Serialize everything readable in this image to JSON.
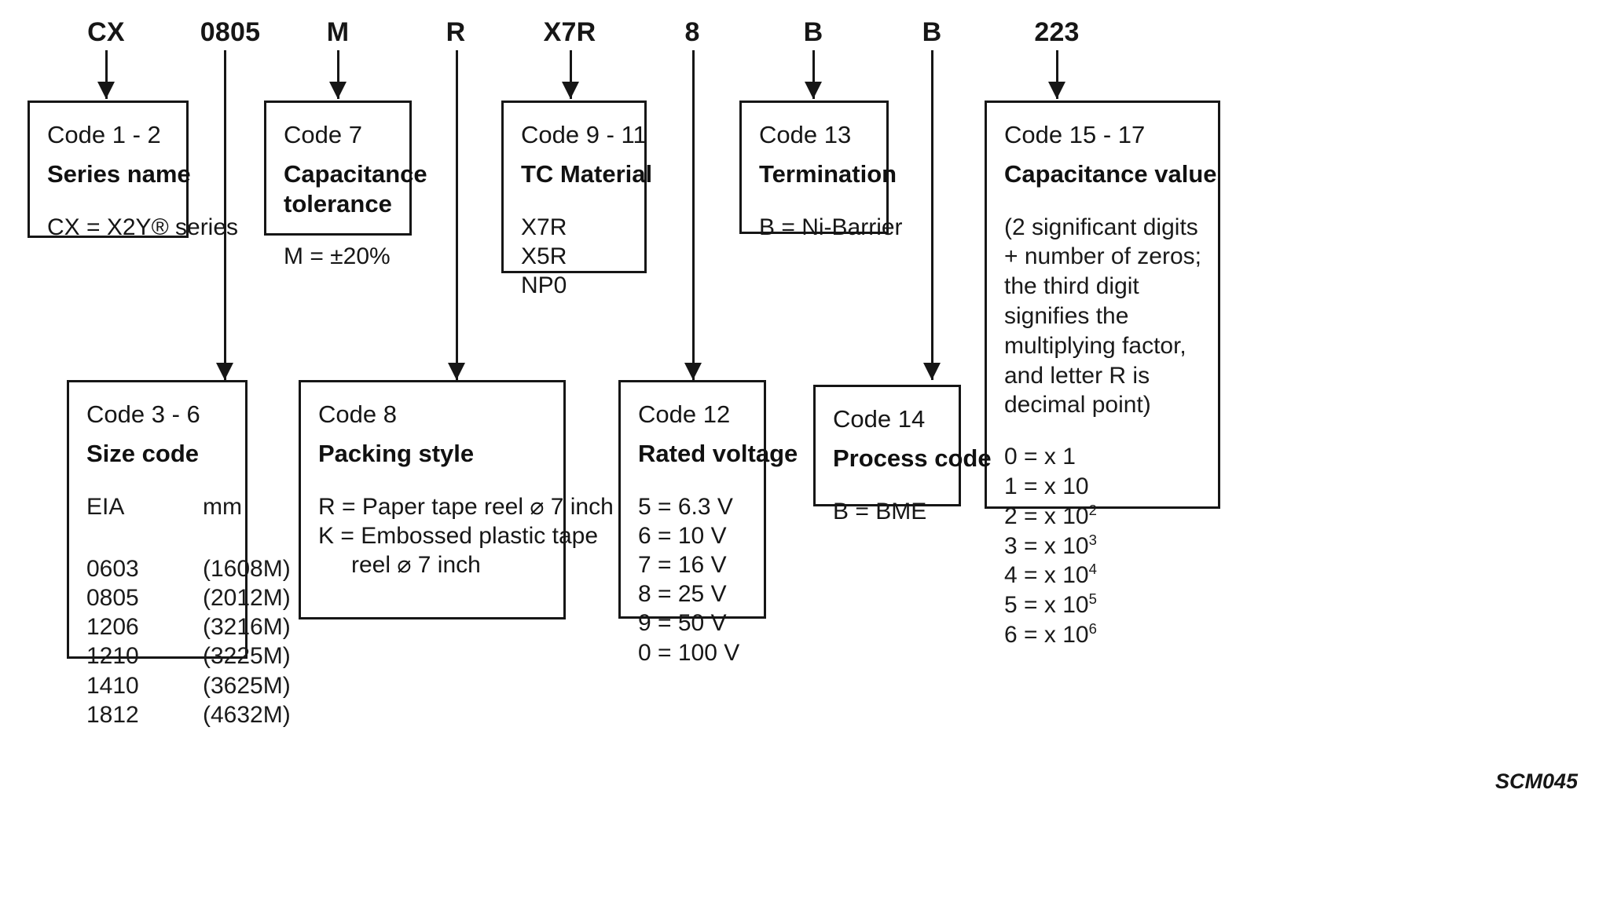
{
  "figure": {
    "reference_id": "SCM045"
  },
  "part_number_segments": [
    {
      "value": "CX",
      "code": "Code 1 - 2"
    },
    {
      "value": "0805",
      "code": "Code 3 - 6"
    },
    {
      "value": "M",
      "code": "Code 7"
    },
    {
      "value": "R",
      "code": "Code 8"
    },
    {
      "value": "X7R",
      "code": "Code 9 - 11"
    },
    {
      "value": "8",
      "code": "Code 12"
    },
    {
      "value": "B",
      "code": "Code 13"
    },
    {
      "value": "B",
      "code": "Code 14"
    },
    {
      "value": "223",
      "code": "Code 15 - 17"
    }
  ],
  "boxes": {
    "series_name": {
      "code": "Code 1 - 2",
      "title": "Series name",
      "lines": [
        "CX = X2Y® series"
      ]
    },
    "size_code": {
      "code": "Code 3 - 6",
      "title": "Size code",
      "columns": [
        "EIA",
        "mm"
      ],
      "rows": [
        {
          "eia": "0603",
          "mm": "(1608M)"
        },
        {
          "eia": "0805",
          "mm": "(2012M)"
        },
        {
          "eia": "1206",
          "mm": "(3216M)"
        },
        {
          "eia": "1210",
          "mm": "(3225M)"
        },
        {
          "eia": "1410",
          "mm": "(3625M)"
        },
        {
          "eia": "1812",
          "mm": "(4632M)"
        }
      ]
    },
    "capacitance_tolerance": {
      "code": "Code 7",
      "title_line1": "Capacitance",
      "title_line2": "tolerance",
      "lines": [
        "M = ±20%"
      ]
    },
    "packing_style": {
      "code": "Code 8",
      "title": "Packing style",
      "lines": [
        "R = Paper tape reel ⌀ 7 inch",
        "K = Embossed plastic tape",
        "reel ⌀ 7 inch"
      ]
    },
    "tc_material": {
      "code": "Code 9 - 11",
      "title": "TC Material",
      "lines": [
        "X7R",
        "X5R",
        "NP0"
      ]
    },
    "rated_voltage": {
      "code": "Code 12",
      "title": "Rated voltage",
      "lines": [
        "5 = 6.3 V",
        "6 = 10 V",
        "7 = 16 V",
        "8 = 25 V",
        "9 = 50 V",
        "0 = 100 V"
      ]
    },
    "termination": {
      "code": "Code 13",
      "title": "Termination",
      "lines": [
        "B = Ni-Barrier"
      ]
    },
    "process_code": {
      "code": "Code 14",
      "title": "Process code",
      "lines": [
        "B = BME"
      ]
    },
    "capacitance_value": {
      "code": "Code 15 - 17",
      "title": "Capacitance value",
      "note": "(2 significant digits + number of zeros; the third digit signifies the multiplying factor, and letter R is decimal point)",
      "multipliers": [
        {
          "digit": "0 = x 1",
          "base": "0 = x 1",
          "exp": ""
        },
        {
          "digit": "1 = x 10",
          "base": "1 = x 10",
          "exp": ""
        },
        {
          "digit": "2",
          "base": "2 = x 10",
          "exp": "2"
        },
        {
          "digit": "3",
          "base": "3 = x 10",
          "exp": "3"
        },
        {
          "digit": "4",
          "base": "4 = x 10",
          "exp": "4"
        },
        {
          "digit": "5",
          "base": "5 = x 10",
          "exp": "5"
        },
        {
          "digit": "6",
          "base": "6 = x 10",
          "exp": "6"
        }
      ]
    }
  }
}
